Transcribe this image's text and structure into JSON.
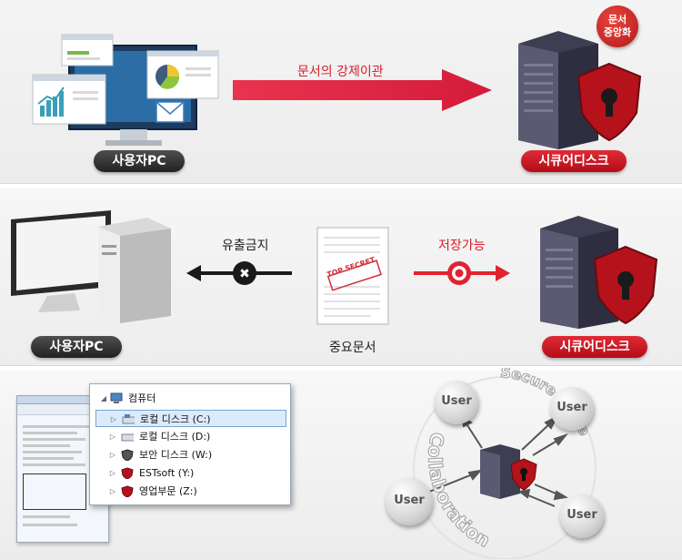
{
  "panel1": {
    "arrow_label": "문서의 강제이관",
    "user_pc": "사용자PC",
    "secure_disk": "시큐어디스크",
    "badge_line1": "문서",
    "badge_line2": "중앙화"
  },
  "panel2": {
    "block_label": "유출금지",
    "allow_label": "저장가능",
    "doc_label": "중요문서",
    "stamp_text": "TOP SECRET",
    "user_pc": "사용자PC",
    "secure_disk": "시큐어디스크"
  },
  "panel3": {
    "explorer": {
      "root": "컴퓨터",
      "items": [
        {
          "label": "로컬 디스크 (C:)",
          "icon": "drive-icon"
        },
        {
          "label": "로컬 디스크 (D:)",
          "icon": "drive-icon"
        },
        {
          "label": "보안 디스크 (W:)",
          "icon": "shield-drive-icon"
        },
        {
          "label": "ESTsoft (Y:)",
          "icon": "shield-red-icon"
        },
        {
          "label": "영업부문 (Z:)",
          "icon": "shield-red-icon"
        }
      ]
    },
    "users": [
      "User",
      "User",
      "User",
      "User"
    ],
    "collaboration": "Collaboration",
    "secure_office": "Secure office"
  },
  "colors": {
    "accent_red": "#d61e2a",
    "dark_pill": "#333333",
    "server": "#4a4a5c"
  }
}
